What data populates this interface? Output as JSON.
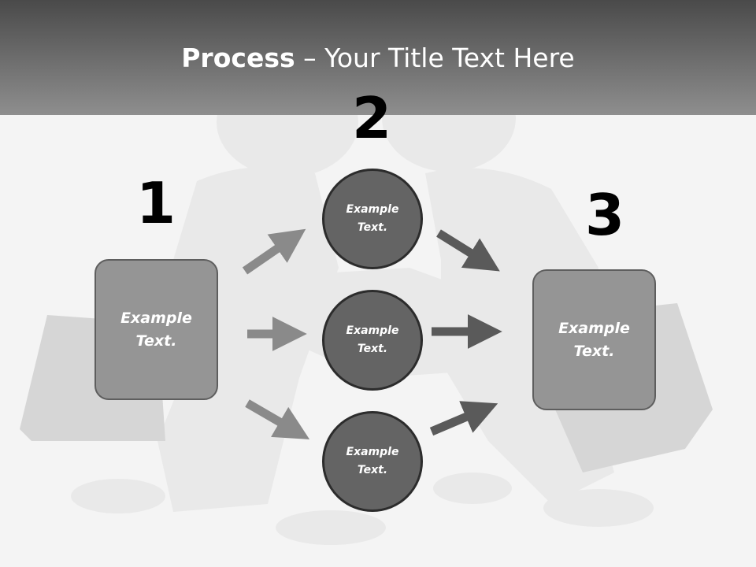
{
  "header": {
    "title_bold": "Process",
    "title_rest": " – Your Title Text Here"
  },
  "steps": {
    "one": "1",
    "two": "2",
    "three": "3"
  },
  "left_box": {
    "text": "Example\nText."
  },
  "right_box": {
    "text": "Example\nText."
  },
  "circles": [
    {
      "text": "Example\nText."
    },
    {
      "text": "Example\nText."
    },
    {
      "text": "Example\nText."
    }
  ],
  "colors": {
    "header_top": "#4a4a4a",
    "header_bottom": "#8e8e8e",
    "box_fill": "#959595",
    "circle_fill": "#646464",
    "arrow_light": "#8a8a8a",
    "arrow_dark": "#5a5a5a"
  }
}
